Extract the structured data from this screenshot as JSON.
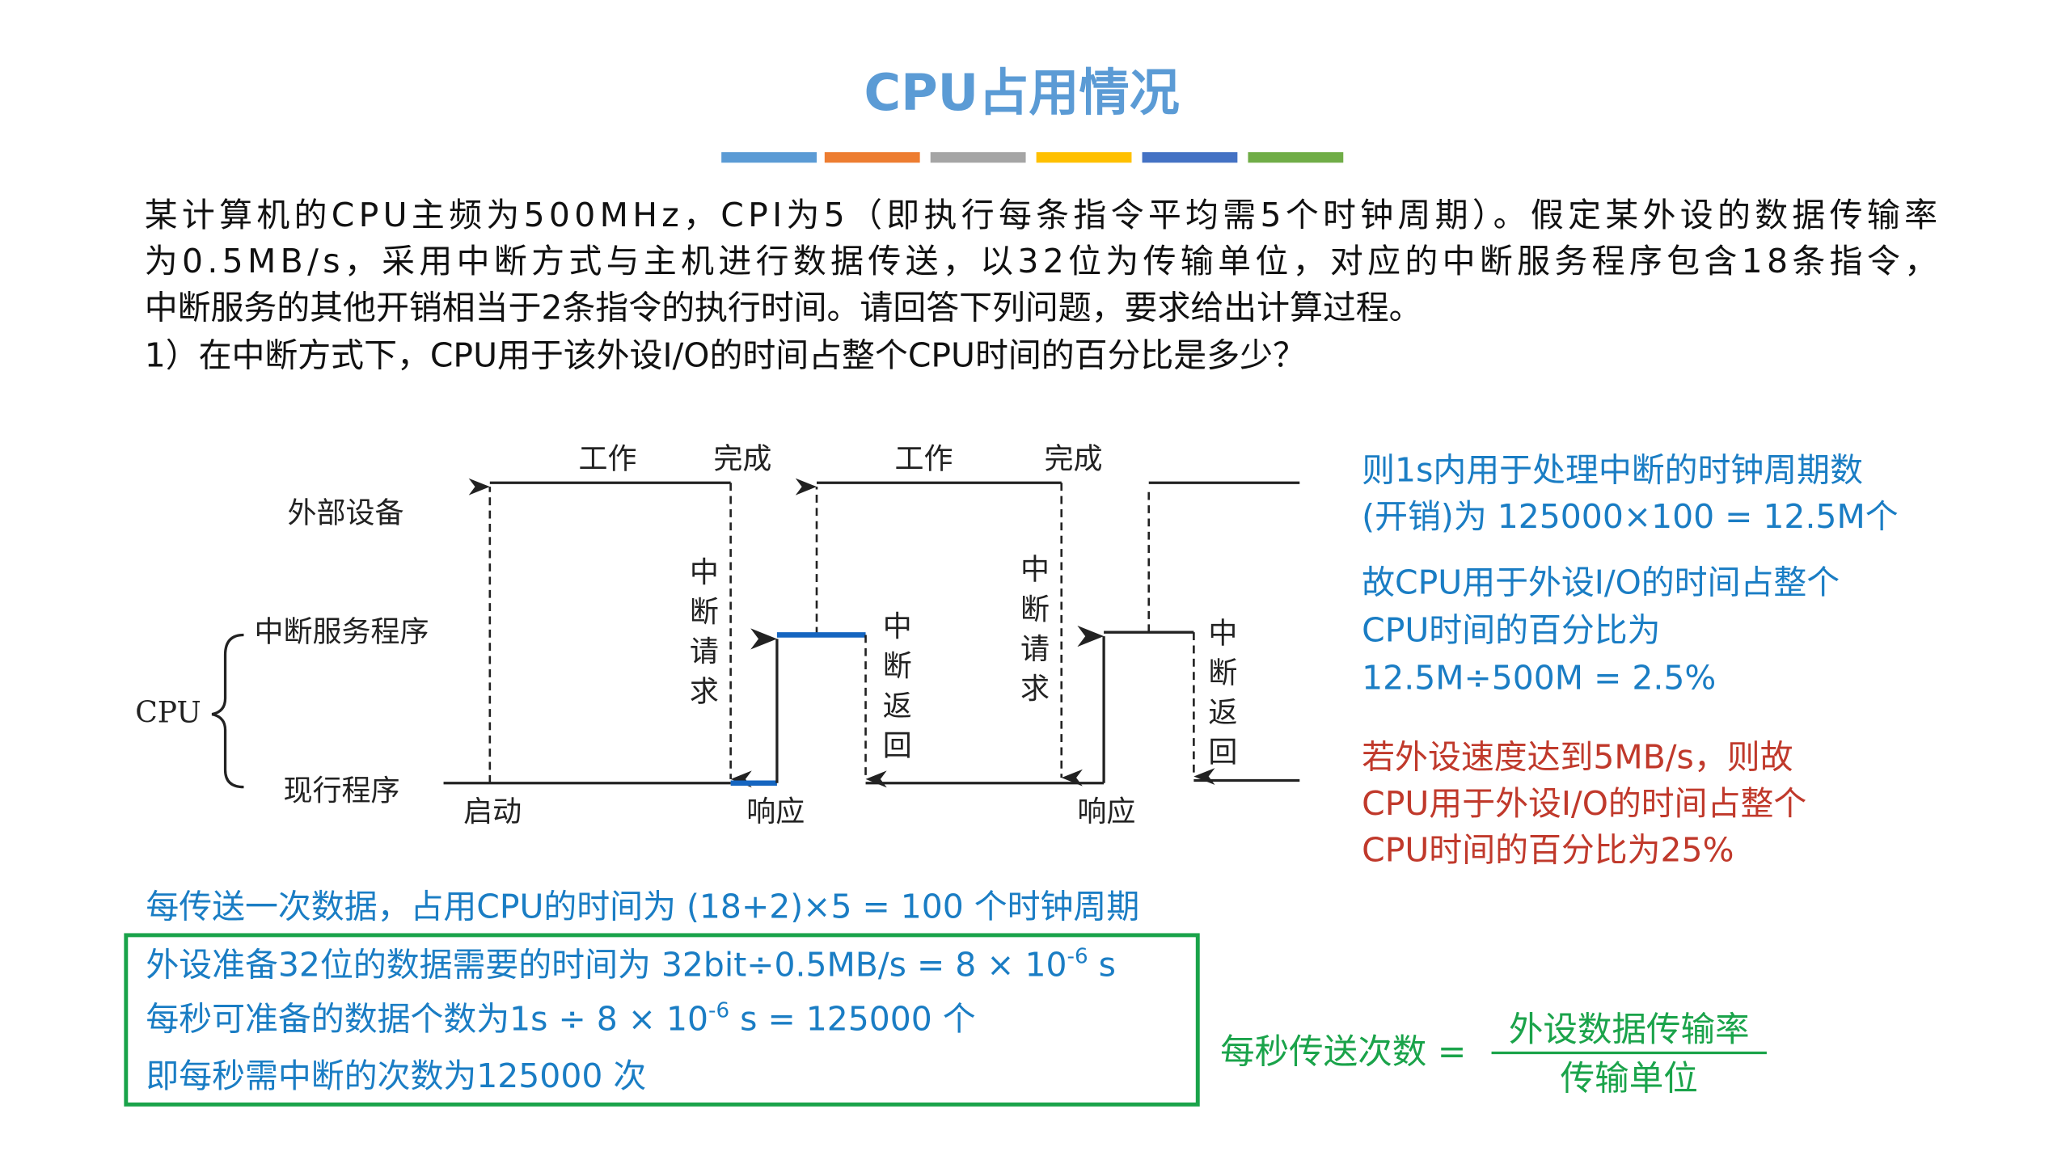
{
  "title": "CPU占用情况",
  "accent_colors": [
    "#5b9bd5",
    "#ed7d31",
    "#a5a5a5",
    "#ffc000",
    "#4472c4",
    "#70ad47"
  ],
  "question": [
    "某计算机的CPU主频为500MHz，CPI为5（即执行每条指令平均需5个时钟周期）。假定某外设的数据传输率",
    "为0.5MB/s，采用中断方式与主机进行数据传送，以32位为传输单位，对应的中断服务程序包含18条指令，",
    "中断服务的其他开销相当于2条指令的执行时间。请回答下列问题，要求给出计算过程。",
    "1）在中断方式下，CPU用于该外设I/O的时间占整个CPU时间的百分比是多少？"
  ],
  "diagram": {
    "rows": {
      "device": "外部设备",
      "isr": "中断服务程序",
      "main": "现行程序",
      "cpu": "CPU"
    },
    "work": "工作",
    "done": "完成",
    "start": "启动",
    "respond": "响应",
    "irq": [
      "中",
      "断",
      "请",
      "求"
    ],
    "iret": [
      "中",
      "断",
      "返",
      "回"
    ]
  },
  "answer_right": {
    "blue": [
      "则1s内用于处理中断的时钟周期数",
      "(开销)为 125000×100 = 12.5M个",
      "故CPU用于外设I/O的时间占整个",
      "CPU时间的百分比为",
      "12.5M÷500M = 2.5%"
    ],
    "red": [
      "若外设速度达到5MB/s，则故",
      "CPU用于外设I/O的时间占整个",
      "CPU时间的百分比为25%"
    ]
  },
  "per_transfer": "每传送一次数据，占用CPU的时间为 (18+2)×5 = 100 个时钟周期",
  "box": {
    "line1_pre": "外设准备32位的数据需要的时间为 32bit÷0.5MB/s = 8 × 10",
    "line1_exp": "-6",
    "line1_post": " s",
    "line2_pre": "每秒可准备的数据个数为1s ÷ 8 × 10",
    "line2_exp": "-6",
    "line2_post": " s = 125000 个",
    "line3": "即每秒需中断的次数为125000 次"
  },
  "formula": {
    "lhs": "每秒传送次数 =",
    "numerator": "外设数据传输率",
    "denominator": "传输单位"
  }
}
